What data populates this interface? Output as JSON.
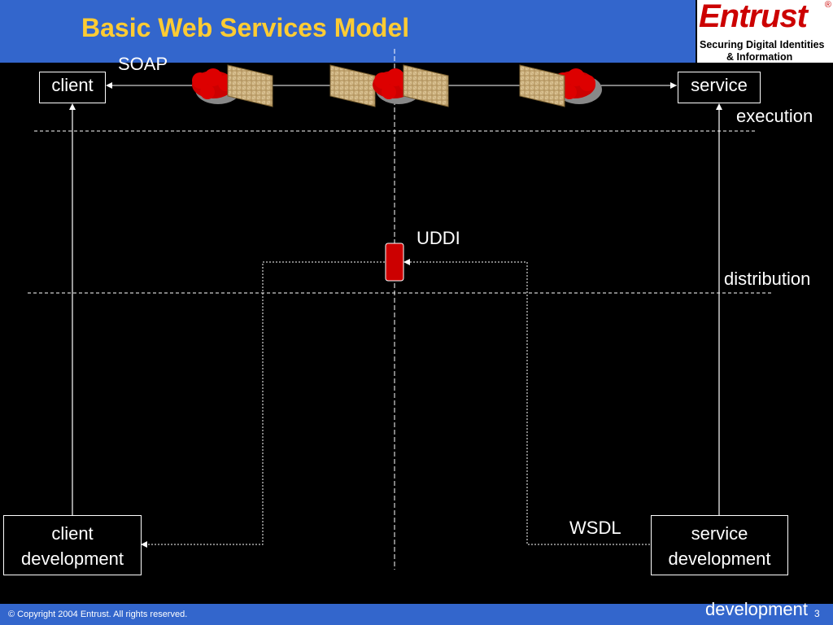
{
  "slide": {
    "title": "Basic Web Services Model",
    "copyright": "© Copyright 2004 Entrust.  All rights reserved.",
    "page_number": "3"
  },
  "logo": {
    "word": "Entrust",
    "registered": "®",
    "tagline_line1": "Securing Digital Identities",
    "tagline_line2": "& Information"
  },
  "diagram": {
    "nodes": {
      "client": "client",
      "service": "service",
      "client_dev_line1": "client",
      "client_dev_line2": "development",
      "service_dev_line1": "service",
      "service_dev_line2": "development"
    },
    "labels": {
      "soap": "SOAP",
      "uddi": "UDDI",
      "wsdl": "WSDL",
      "execution": "execution",
      "distribution": "distribution",
      "development": "development"
    }
  },
  "colors": {
    "header_bg": "#3366cc",
    "title": "#ffcc33",
    "uddi_registry": "#cc0000",
    "cloud": "#cc0000",
    "logo_red": "#cc0000"
  }
}
